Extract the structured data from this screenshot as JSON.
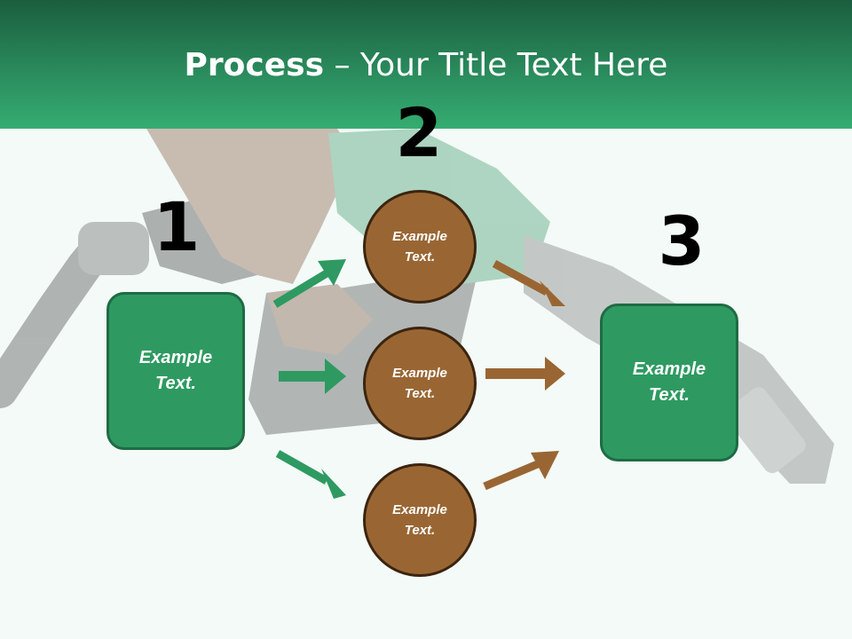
{
  "header": {
    "title_bold": "Process",
    "title_rest": " – Your Title Text Here"
  },
  "steps": {
    "step1_number": "1",
    "step2_number": "2",
    "step3_number": "3"
  },
  "boxes": {
    "left_text": "Example\nText.",
    "right_text": "Example\nText."
  },
  "circles": {
    "top_text": "Example\nText.",
    "middle_text": "Example\nText.",
    "bottom_text": "Example\nText."
  },
  "colors": {
    "header_green": "#2a8a5c",
    "box_green": "#2e9a61",
    "circle_brown": "#996633",
    "arrow_green": "#2e9a61",
    "arrow_brown": "#996633"
  }
}
